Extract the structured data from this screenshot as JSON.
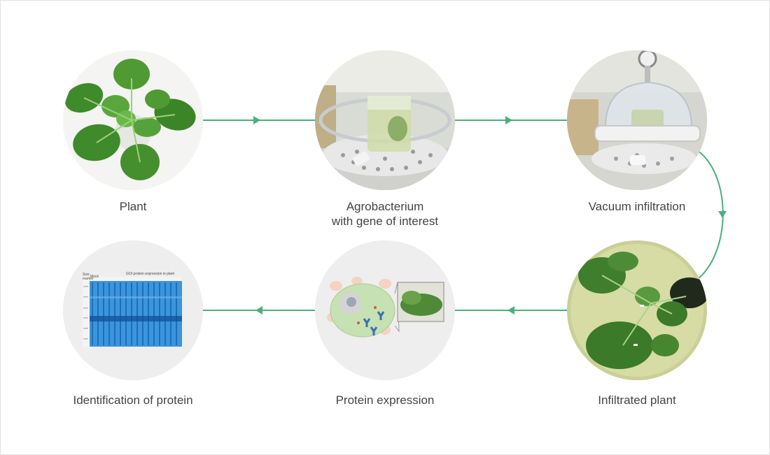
{
  "steps": [
    {
      "id": "plant",
      "label": "Plant",
      "image": "tobacco-plant-photo"
    },
    {
      "id": "agrobacterium",
      "label_lines": [
        "Agrobacterium",
        "with gene of interest"
      ],
      "image": "beaker-in-vacuum-chamber-photo"
    },
    {
      "id": "vacuum",
      "label": "Vacuum infiltration",
      "image": "vacuum-desiccator-photo"
    },
    {
      "id": "infiltrated",
      "label": "Infiltrated plant",
      "image": "infiltrated-leaves-photo"
    },
    {
      "id": "expression",
      "label": "Protein expression",
      "image": "cell-antibody-illustration"
    },
    {
      "id": "identification",
      "label": "Identification of protein",
      "image": "sds-page-gel-image"
    }
  ],
  "gel": {
    "size_marker": "Size\nmarker",
    "mock": "Mock",
    "title": "GOI protein expression in plant"
  },
  "colors": {
    "arrow": "#4caf7d",
    "circle_bg": "#eeeeee",
    "text": "#444444",
    "gel_blue": "#2f8fd8"
  }
}
